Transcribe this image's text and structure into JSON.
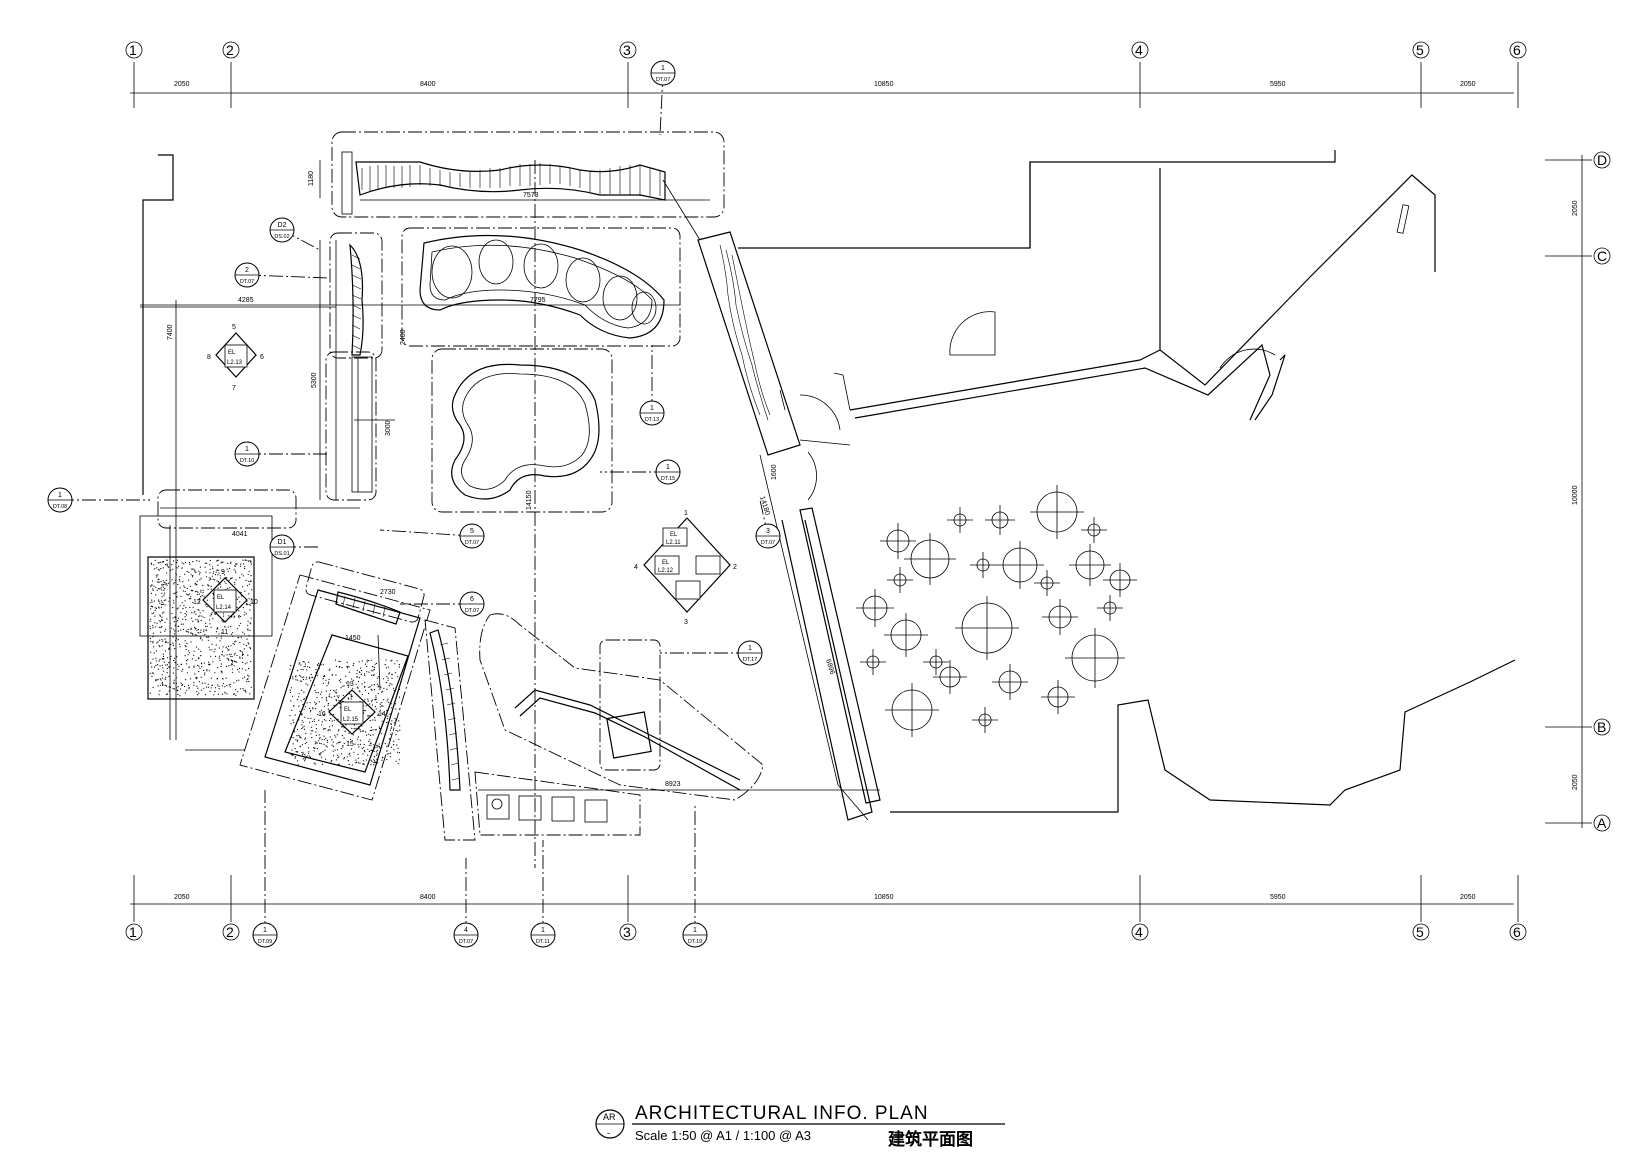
{
  "title": {
    "badge_top": "AR",
    "badge_bottom": "-",
    "main": "ARCHITECTURAL INFO. PLAN",
    "scale": "Scale 1:50 @ A1 / 1:100 @ A3",
    "chinese": "建筑平面图"
  },
  "grid": {
    "columns": [
      "1",
      "2",
      "3",
      "4",
      "5",
      "6"
    ],
    "rows": [
      "D",
      "C",
      "B",
      "A"
    ],
    "col_dims": [
      "2050",
      "8400",
      "10850",
      "5950",
      "2050"
    ],
    "row_dims": [
      "2050",
      "10000",
      "2050"
    ]
  },
  "dims": {
    "top_wall": "7573",
    "top_wall_h": "1180",
    "left_a": "4285",
    "left_b": "7795",
    "left_c": "7400",
    "left_d": "5300",
    "left_e": "3000",
    "left_f": "2400",
    "center_v": "14150",
    "mid_a": "4041",
    "mid_b": "2730",
    "mid_c": "1450",
    "bottom_a": "8923",
    "ramp_a": "14180",
    "ramp_b": "6896",
    "ramp_c": "1600"
  },
  "detail_callouts": [
    {
      "num": "1",
      "ref": "DT.07"
    },
    {
      "num": "D2",
      "ref": "DS.02"
    },
    {
      "num": "2",
      "ref": "DT.07"
    },
    {
      "num": "1",
      "ref": "DT.10"
    },
    {
      "num": "1",
      "ref": "DT.08"
    },
    {
      "num": "1",
      "ref": "DT.13"
    },
    {
      "num": "1",
      "ref": "DT.15"
    },
    {
      "num": "5",
      "ref": "DT.07"
    },
    {
      "num": "6",
      "ref": "DT.07"
    },
    {
      "num": "3",
      "ref": "DT.07"
    },
    {
      "num": "1",
      "ref": "DT.17"
    },
    {
      "num": "D1",
      "ref": "DS.01"
    },
    {
      "num": "1",
      "ref": "DT.09"
    },
    {
      "num": "4",
      "ref": "DT.07"
    },
    {
      "num": "1",
      "ref": "DT.11"
    },
    {
      "num": "1",
      "ref": "DT.19"
    }
  ],
  "elevation_markers": [
    {
      "top": "EL",
      "ref": "L2.13",
      "nums": [
        "5",
        "6",
        "7",
        "8"
      ]
    },
    {
      "top": "EL",
      "ref": "L2.11",
      "nums": [
        "1",
        "2",
        "3",
        "4"
      ]
    },
    {
      "top": "EL",
      "ref": "L2.12",
      "nums": []
    },
    {
      "top": "EL",
      "ref": "L2.14",
      "nums": [
        "9",
        "10",
        "11",
        "12"
      ]
    },
    {
      "top": "EL",
      "ref": "L2.15",
      "nums": [
        "13",
        "14",
        "15",
        "16"
      ]
    }
  ]
}
